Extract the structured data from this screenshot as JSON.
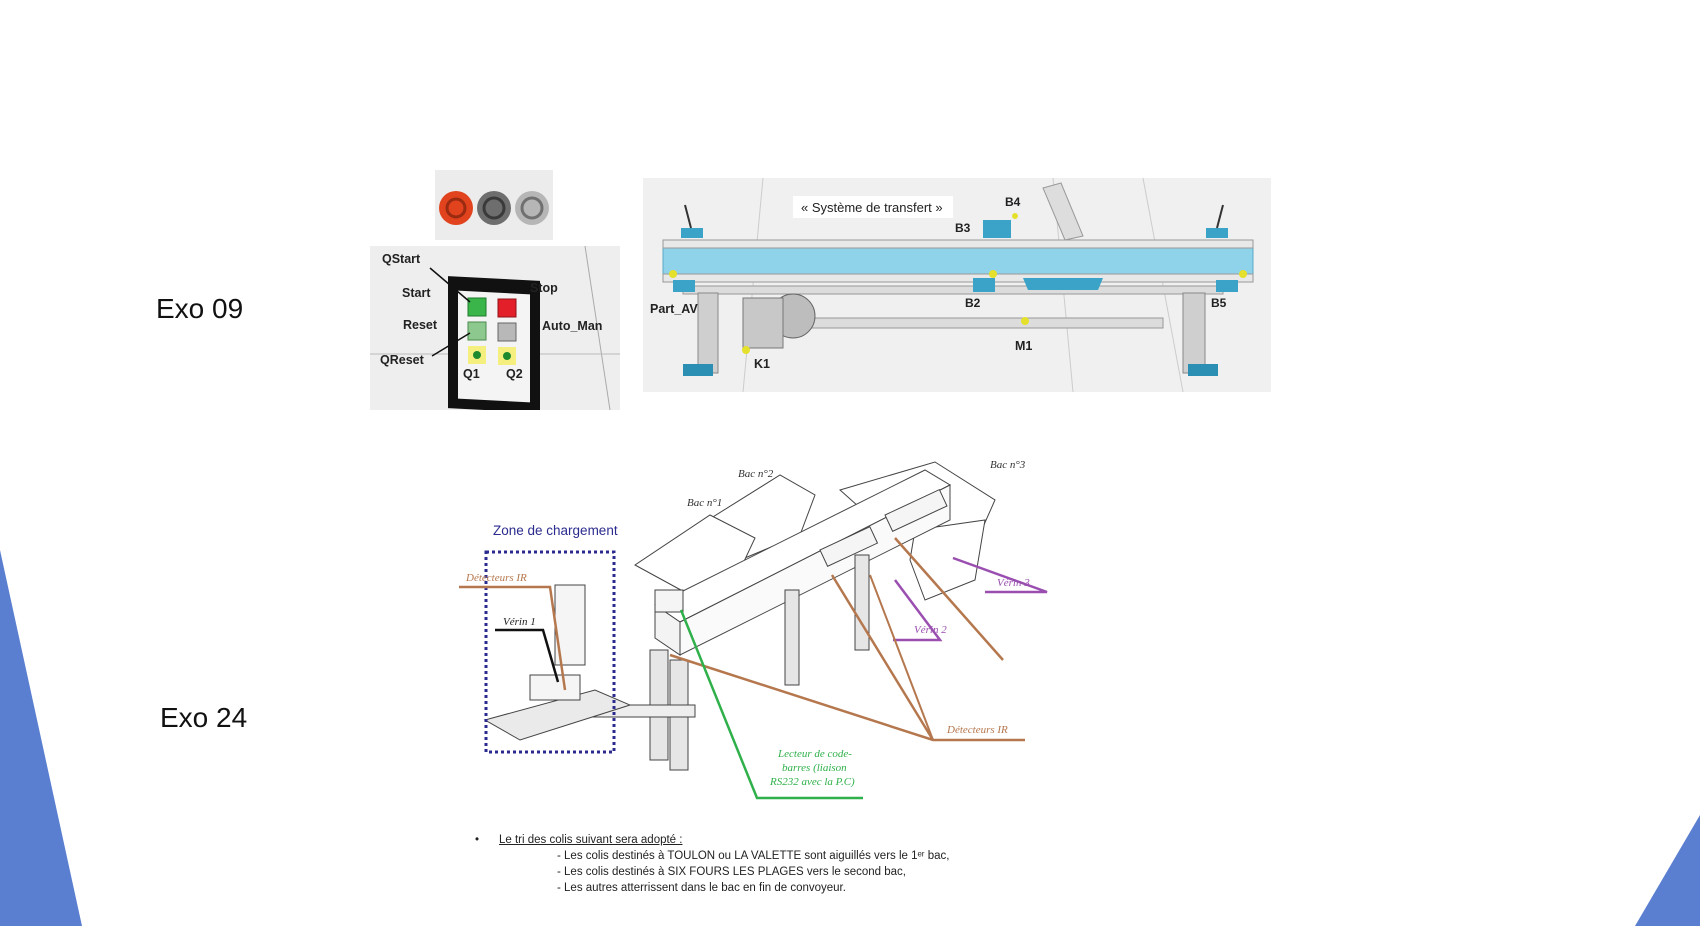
{
  "slide": {
    "exo09_label": "Exo 09",
    "exo24_label": "Exo 24",
    "accent_color": "#5b7fd0"
  },
  "exo09": {
    "panel_labels": {
      "qstart": "QStart",
      "start": "Start",
      "reset": "Reset",
      "qreset": "QReset",
      "stop": "Stop",
      "auto_man": "Auto_Man",
      "q1": "Q1",
      "q2": "Q2"
    },
    "conveyor": {
      "title": "« Système de transfert »",
      "labels": {
        "b4": "B4",
        "b3": "B3",
        "b2": "B2",
        "b5": "B5",
        "part_av": "Part_AV",
        "m1": "M1",
        "k1": "K1"
      },
      "belt_color": "#8fd3ea"
    }
  },
  "exo24": {
    "zone_label": "Zone de chargement",
    "bac1": "Bac n°1",
    "bac2": "Bac n°2",
    "bac3": "Bac n°3",
    "detecteurs_ir_left": "Détecteurs IR",
    "verin1": "Vérin 1",
    "verin2": "Vérin 2",
    "verin3": "Vérin 3",
    "detecteurs_ir_right": "Détecteurs IR",
    "lecteur_line1": "Lecteur de code-",
    "lecteur_line2": "barres (liaison",
    "lecteur_line3": "RS232 avec la P.C)",
    "colors": {
      "ir": "#b5774d",
      "verin": "#9a4fb0",
      "lecteur": "#2fb04a",
      "zone": "#2b2b8f"
    }
  },
  "rules": {
    "bullet": "•",
    "heading": "Le tri des colis suivant sera adopté :",
    "items": [
      "- Les colis destinés à TOULON ou LA VALETTE sont aiguillés vers le 1ᵉʳ bac,",
      "- Les colis destinés à SIX FOURS LES PLAGES vers le second bac,",
      "- Les autres atterrissent dans le bac en fin de convoyeur."
    ]
  }
}
